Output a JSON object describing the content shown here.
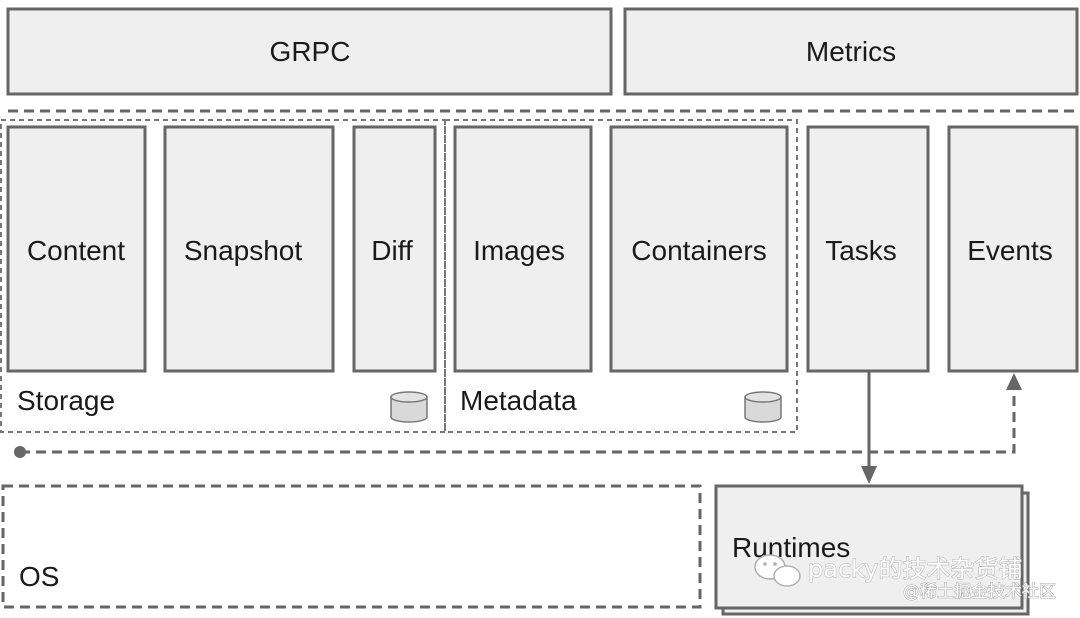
{
  "top": {
    "grpc": "GRPC",
    "metrics": "Metrics"
  },
  "services": {
    "content": "Content",
    "snapshot": "Snapshot",
    "diff": "Diff",
    "images": "Images",
    "containers": "Containers",
    "tasks": "Tasks",
    "events": "Events"
  },
  "groups": {
    "storage": "Storage",
    "metadata": "Metadata"
  },
  "bottom": {
    "os": "OS",
    "runtimes": "Runtimes"
  },
  "watermark": {
    "channel": "packy的技术杂货铺",
    "community": "@稀土掘金技术社区"
  },
  "colors": {
    "box_fill": "#efefef",
    "stroke": "#666666",
    "text": "#1a1a1a"
  }
}
